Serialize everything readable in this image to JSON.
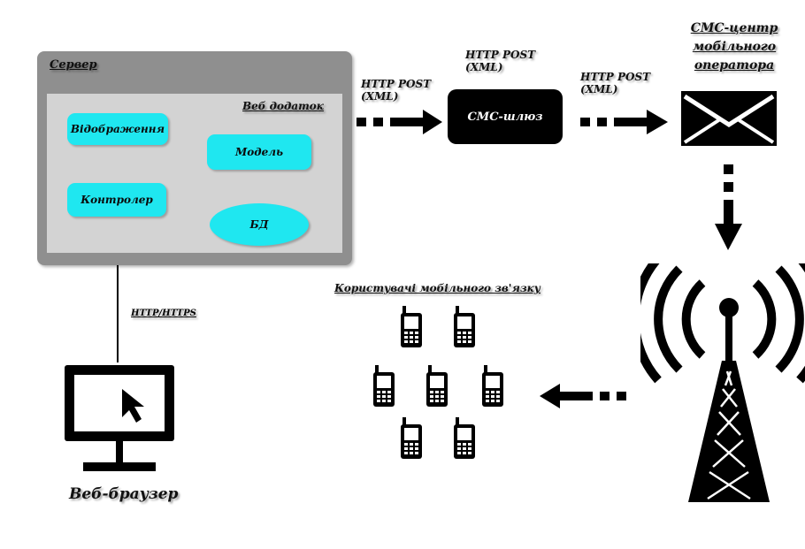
{
  "server": {
    "label": "Сервер",
    "webapp_label": "Веб додаток"
  },
  "components": {
    "view": "Відображення",
    "controller": "Контролер",
    "model": "Модель",
    "db": "БД"
  },
  "flows": {
    "http_post_1": [
      "HTTP POST",
      "(XML)"
    ],
    "http_post_2": [
      "HTTP POST",
      "(XML)"
    ],
    "http_post_3": [
      "HTTP POST",
      "(XML)"
    ],
    "http_https": "HTTP/HTTPS"
  },
  "gateway": {
    "label": "СМС-шлюз"
  },
  "sms_center": {
    "label_lines": [
      "СМС-центр",
      "мобільного",
      "оператора"
    ]
  },
  "users": {
    "label": "Користувачі мобільного зв'язку"
  },
  "browser": {
    "label": "Веб-браузер"
  },
  "colors": {
    "component_fill": "#1fe7f0",
    "server_fill": "#8f8f8f",
    "webapp_fill": "#d3d3d3",
    "gateway_fill": "#000000"
  },
  "icons": [
    "envelope-icon",
    "radio-tower-icon",
    "mobile-phone-icon",
    "monitor-cursor-icon"
  ]
}
